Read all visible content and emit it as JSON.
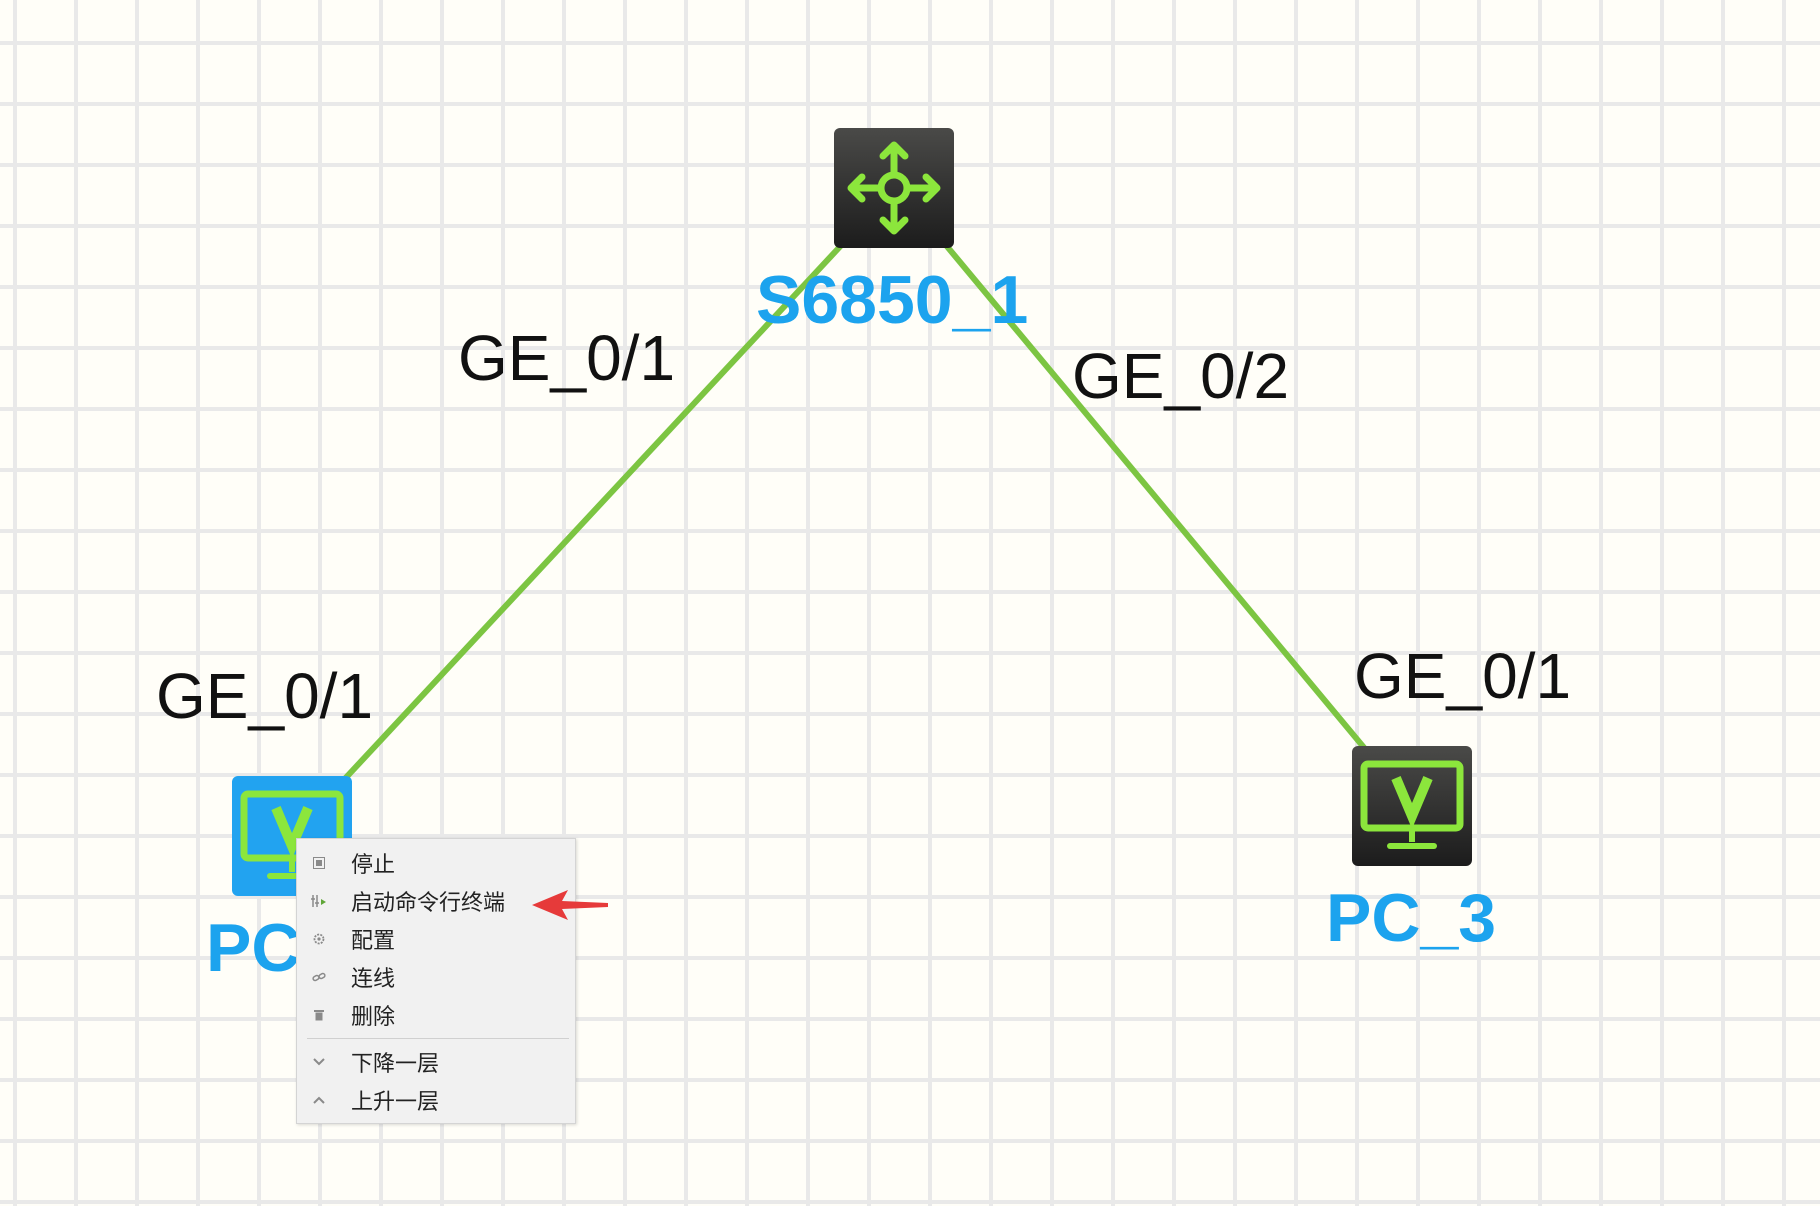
{
  "topology": {
    "devices": {
      "switch": {
        "name": "S6850_1",
        "icon": "switch-arrows-icon"
      },
      "pc1": {
        "name": "PC",
        "icon": "monitor-v-icon",
        "selected": true
      },
      "pc3": {
        "name": "PC_3",
        "icon": "monitor-v-icon"
      }
    },
    "ports": {
      "switch_left": "GE_0/1",
      "switch_right": "GE_0/2",
      "pc1": "GE_0/1",
      "pc3": "GE_0/1"
    },
    "link_color": "#7cc542",
    "label_color": "#1ca3ee"
  },
  "context_menu": {
    "items": [
      {
        "label": "停止",
        "icon": "stop-icon"
      },
      {
        "label": "启动命令行终端",
        "icon": "terminal-icon"
      },
      {
        "label": "配置",
        "icon": "gear-icon"
      },
      {
        "label": "连线",
        "icon": "link-icon"
      },
      {
        "label": "删除",
        "icon": "trash-icon"
      },
      {
        "label": "下降一层",
        "icon": "chevron-down-icon"
      },
      {
        "label": "上升一层",
        "icon": "chevron-up-icon"
      }
    ]
  },
  "annotation": {
    "icon": "red-arrow-icon",
    "color": "#e63a3a"
  }
}
